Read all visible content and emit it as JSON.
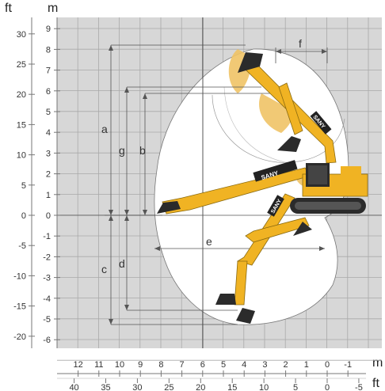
{
  "units": {
    "feet_label": "ft",
    "meters_label": "m",
    "bottom_meters_label": "m",
    "bottom_feet_label": "ft"
  },
  "axes": {
    "left_ft_ticks": [
      "30",
      "25",
      "20",
      "15",
      "10",
      "5",
      "0",
      "-5",
      "-10",
      "-15",
      "-20"
    ],
    "left_m_ticks": [
      "9",
      "8",
      "7",
      "6",
      "5",
      "4",
      "3",
      "2",
      "1",
      "0",
      "-1",
      "-2",
      "-3",
      "-4",
      "-5",
      "-6"
    ],
    "bottom_m_ticks": [
      "12",
      "11",
      "10",
      "9",
      "8",
      "7",
      "6",
      "5",
      "4",
      "3",
      "2",
      "1",
      "0",
      "-1"
    ],
    "bottom_ft_ticks": [
      "40",
      "35",
      "30",
      "25",
      "20",
      "15",
      "10",
      "5",
      "0",
      "-5"
    ]
  },
  "dimensions": [
    "a",
    "b",
    "c",
    "d",
    "e",
    "f",
    "g"
  ],
  "brand": "SANY",
  "colors": {
    "machine_yellow": "#f0b323",
    "machine_dark": "#2b2b2b",
    "envelope_fill": "#ffffff",
    "grid_fill": "#d7d7d7",
    "grid_line": "#a9a9a9",
    "highlight_zone": "#efc366"
  }
}
